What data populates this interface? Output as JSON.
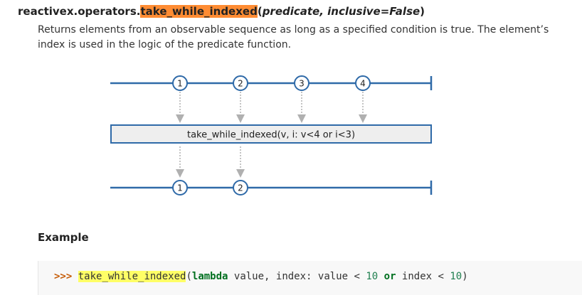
{
  "signature": {
    "module": "reactivex.operators.",
    "function": "take_while_indexed",
    "open_paren": "(",
    "params": "predicate, inclusive=False",
    "close_paren": ")"
  },
  "description": "Returns elements from an observable sequence as long as a specified condition is true. The element’s index is used in the logic of the predicate function.",
  "diagram": {
    "input_marbles": [
      "1",
      "2",
      "3",
      "4"
    ],
    "operator_label": "take_while_indexed(v, i: v<4 or i<3)",
    "output_marbles": [
      "1",
      "2"
    ],
    "colors": {
      "line": "#2f6aa8",
      "box_fill": "#eeeeee",
      "arrow": "#b0b0b0"
    }
  },
  "example": {
    "heading": "Example",
    "prompt": ">>>",
    "func": "take_while_indexed",
    "paren_open": "(",
    "kw_lambda": "lambda",
    "args_text": " value, index: value < ",
    "num1": "10",
    "kw_or": "or",
    "mid_text": " index < ",
    "num2": "10",
    "paren_close": ")"
  },
  "colors": {
    "highlight_function": "#ff8c33",
    "highlight_search": "#ffff66"
  }
}
